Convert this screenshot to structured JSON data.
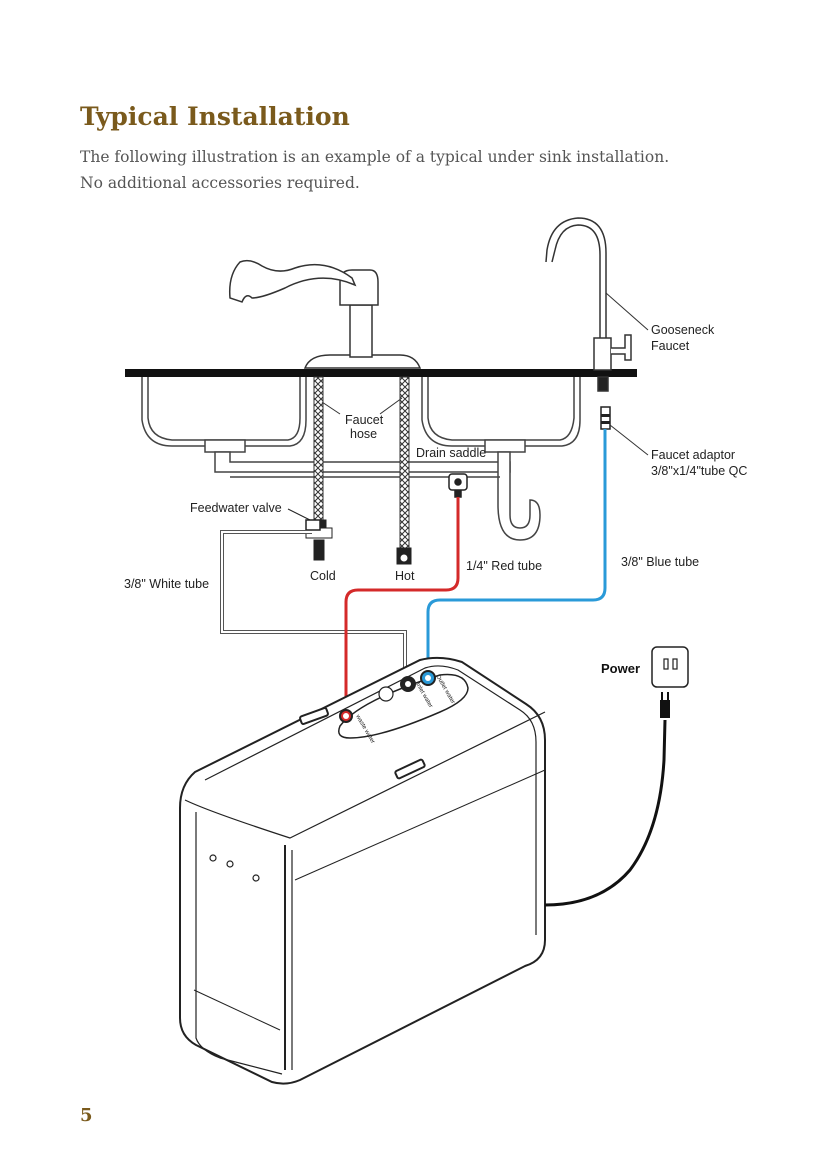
{
  "heading": "Typical Installation",
  "intro": {
    "line1": "The following illustration is an example of a typical under sink installation.",
    "line2": "No additional accessories required."
  },
  "diagram": {
    "labels": {
      "gooseneck_line1": "Gooseneck",
      "gooseneck_line2": "Faucet",
      "faucet_hose_line1": "Faucet",
      "faucet_hose_line2": "hose",
      "drain_saddle": "Drain saddle",
      "faucet_adaptor_line1": "Faucet adaptor",
      "faucet_adaptor_line2": "3/8\"x1/4\"tube QC",
      "feedwater_valve": "Feedwater valve",
      "cold": "Cold",
      "hot": "Hot",
      "red_tube": "1/4\" Red  tube",
      "blue_tube": "3/8\" Blue  tube",
      "white_tube": "3/8\" White tube",
      "power": "Power",
      "port_waste": "waste water",
      "port_inlet": "Inlet water",
      "port_outlet": "Outlet water"
    },
    "colors": {
      "red_tube": "#d42a2a",
      "blue_tube": "#2a9ad8",
      "heading": "#7a5a1c"
    }
  },
  "page_number": "5"
}
